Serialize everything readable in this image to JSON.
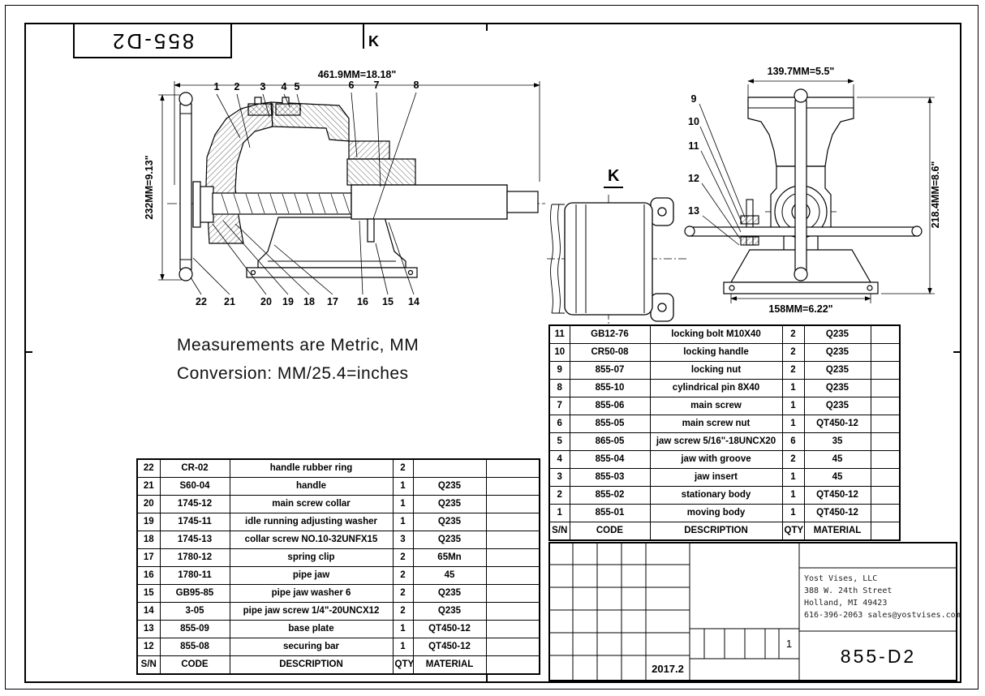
{
  "sheet": {
    "corner_label": "855-D2",
    "section_mark": "K",
    "view_label": "K"
  },
  "notes": [
    "Measurements are Metric, MM",
    "Conversion: MM/25.4=inches"
  ],
  "dimensions": {
    "main_length": "461.9MM=18.18\"",
    "main_height": "232MM=9.13\"",
    "front_width": "139.7MM=5.5\"",
    "front_height": "218.4MM=8.6\"",
    "front_base_width": "158MM=6.22\""
  },
  "callouts": {
    "main_top": [
      "1",
      "2",
      "3",
      "4",
      "5",
      "6",
      "7",
      "8"
    ],
    "main_bottom": [
      "22",
      "21",
      "20",
      "19",
      "18",
      "17",
      "16",
      "15",
      "14"
    ],
    "front_left": [
      "9",
      "10",
      "11",
      "12",
      "13"
    ]
  },
  "parts_table_left": {
    "headers": [
      "S/N",
      "CODE",
      "DESCRIPTION",
      "QTY",
      "MATERIAL",
      ""
    ],
    "rows": [
      [
        "22",
        "CR-02",
        "handle rubber ring",
        "2",
        "",
        ""
      ],
      [
        "21",
        "S60-04",
        "handle",
        "1",
        "Q235",
        ""
      ],
      [
        "20",
        "1745-12",
        "main screw collar",
        "1",
        "Q235",
        ""
      ],
      [
        "19",
        "1745-11",
        "idle running adjusting washer",
        "1",
        "Q235",
        ""
      ],
      [
        "18",
        "1745-13",
        "collar screw NO.10-32UNFX15",
        "3",
        "Q235",
        ""
      ],
      [
        "17",
        "1780-12",
        "spring clip",
        "2",
        "65Mn",
        ""
      ],
      [
        "16",
        "1780-11",
        "pipe jaw",
        "2",
        "45",
        ""
      ],
      [
        "15",
        "GB95-85",
        "pipe jaw washer 6",
        "2",
        "Q235",
        ""
      ],
      [
        "14",
        "3-05",
        "pipe jaw screw 1/4\"-20UNCX12",
        "2",
        "Q235",
        ""
      ],
      [
        "13",
        "855-09",
        "base plate",
        "1",
        "QT450-12",
        ""
      ],
      [
        "12",
        "855-08",
        "securing bar",
        "1",
        "QT450-12",
        ""
      ]
    ]
  },
  "parts_table_right": {
    "headers": [
      "S/N",
      "CODE",
      "DESCRIPTION",
      "QTY",
      "MATERIAL",
      ""
    ],
    "rows": [
      [
        "11",
        "GB12-76",
        "locking bolt M10X40",
        "2",
        "Q235",
        ""
      ],
      [
        "10",
        "CR50-08",
        "locking handle",
        "2",
        "Q235",
        ""
      ],
      [
        "9",
        "855-07",
        "locking nut",
        "2",
        "Q235",
        ""
      ],
      [
        "8",
        "855-10",
        "cylindrical pin 8X40",
        "1",
        "Q235",
        ""
      ],
      [
        "7",
        "855-06",
        "main screw",
        "1",
        "Q235",
        ""
      ],
      [
        "6",
        "855-05",
        "main screw nut",
        "1",
        "QT450-12",
        ""
      ],
      [
        "5",
        "865-05",
        "jaw screw 5/16\"-18UNCX20",
        "6",
        "35",
        ""
      ],
      [
        "4",
        "855-04",
        "jaw with groove",
        "2",
        "45",
        ""
      ],
      [
        "3",
        "855-03",
        "jaw insert",
        "1",
        "45",
        ""
      ],
      [
        "2",
        "855-02",
        "stationary body",
        "1",
        "QT450-12",
        ""
      ],
      [
        "1",
        "855-01",
        "moving body",
        "1",
        "QT450-12",
        ""
      ]
    ]
  },
  "title_block": {
    "company": [
      "Yost Vises, LLC",
      "388 W. 24th Street",
      "Holland, MI  49423",
      "616-396-2063   sales@yostvises.com"
    ],
    "drawing_number": "855-D2",
    "date": "2017.2",
    "sheet_number": "1"
  }
}
